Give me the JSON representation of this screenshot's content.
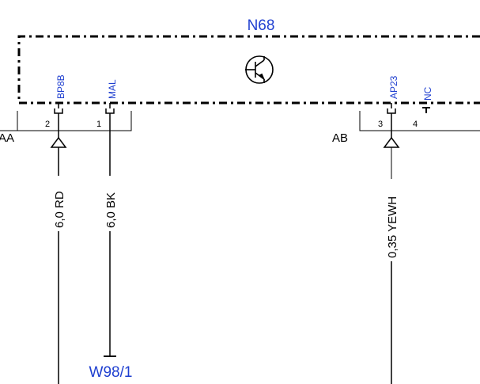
{
  "component": {
    "name": "N68",
    "symbol": "transistor-icon"
  },
  "connectors": {
    "left": {
      "id": "AA",
      "pins": [
        {
          "number": "2",
          "signal": "BP8B",
          "wire": "6,0 RD"
        },
        {
          "number": "1",
          "signal": "MAL",
          "wire": "6,0 BK"
        }
      ]
    },
    "right": {
      "id": "AB",
      "pins": [
        {
          "number": "3",
          "signal": "AP23",
          "wire": "0,35 YEWH"
        },
        {
          "number": "4",
          "signal": "NC",
          "wire": ""
        }
      ]
    }
  },
  "ground": {
    "label": "W98/1"
  },
  "colors": {
    "label_blue": "#1f3fd0",
    "line": "#000000"
  }
}
